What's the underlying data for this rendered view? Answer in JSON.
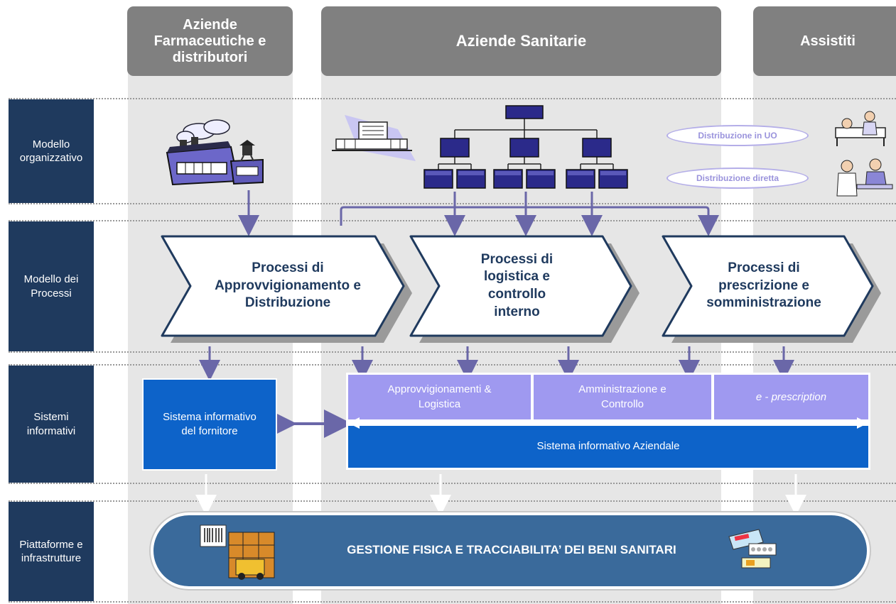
{
  "columns": {
    "pharma": "Aziende Farmaceutiche e distributori",
    "sanitarie": "Aziende Sanitarie",
    "assistiti": "Assistiti"
  },
  "rows": {
    "organizzativo": "Modello organizzativo",
    "processi": "Modello dei Processi",
    "sistemi": "Sistemi informativi",
    "piattaforme": "Piattaforme e infrastrutture"
  },
  "distribution": {
    "uo": "Distribuzione in UO",
    "diretta": "Distribuzione diretta"
  },
  "processes": {
    "approvvigionamento": "Processi di Approvvigionamento e Distribuzione",
    "logistica": "Processi di logistica e controllo interno",
    "prescrizione": "Processi di prescrizione e somministrazione"
  },
  "systems": {
    "fornitore": "Sistema informativo del fornitore",
    "approvvigionamenti": "Approvvigionamenti & Logistica",
    "amministrazione": "Amministrazione e Controllo",
    "eprescription": "e - prescription",
    "aziendale": "Sistema informativo Aziendale"
  },
  "platform": {
    "title": "GESTIONE FISICA E TRACCIABILITA’ DEI BENI SANITARI"
  },
  "colors": {
    "navy": "#1f3a5e",
    "column_gray": "#808080",
    "system_blue": "#0d63c9",
    "lavender": "#9f99f0",
    "platform_blue": "#3a6a9b",
    "arrow": "#6a67a8"
  }
}
